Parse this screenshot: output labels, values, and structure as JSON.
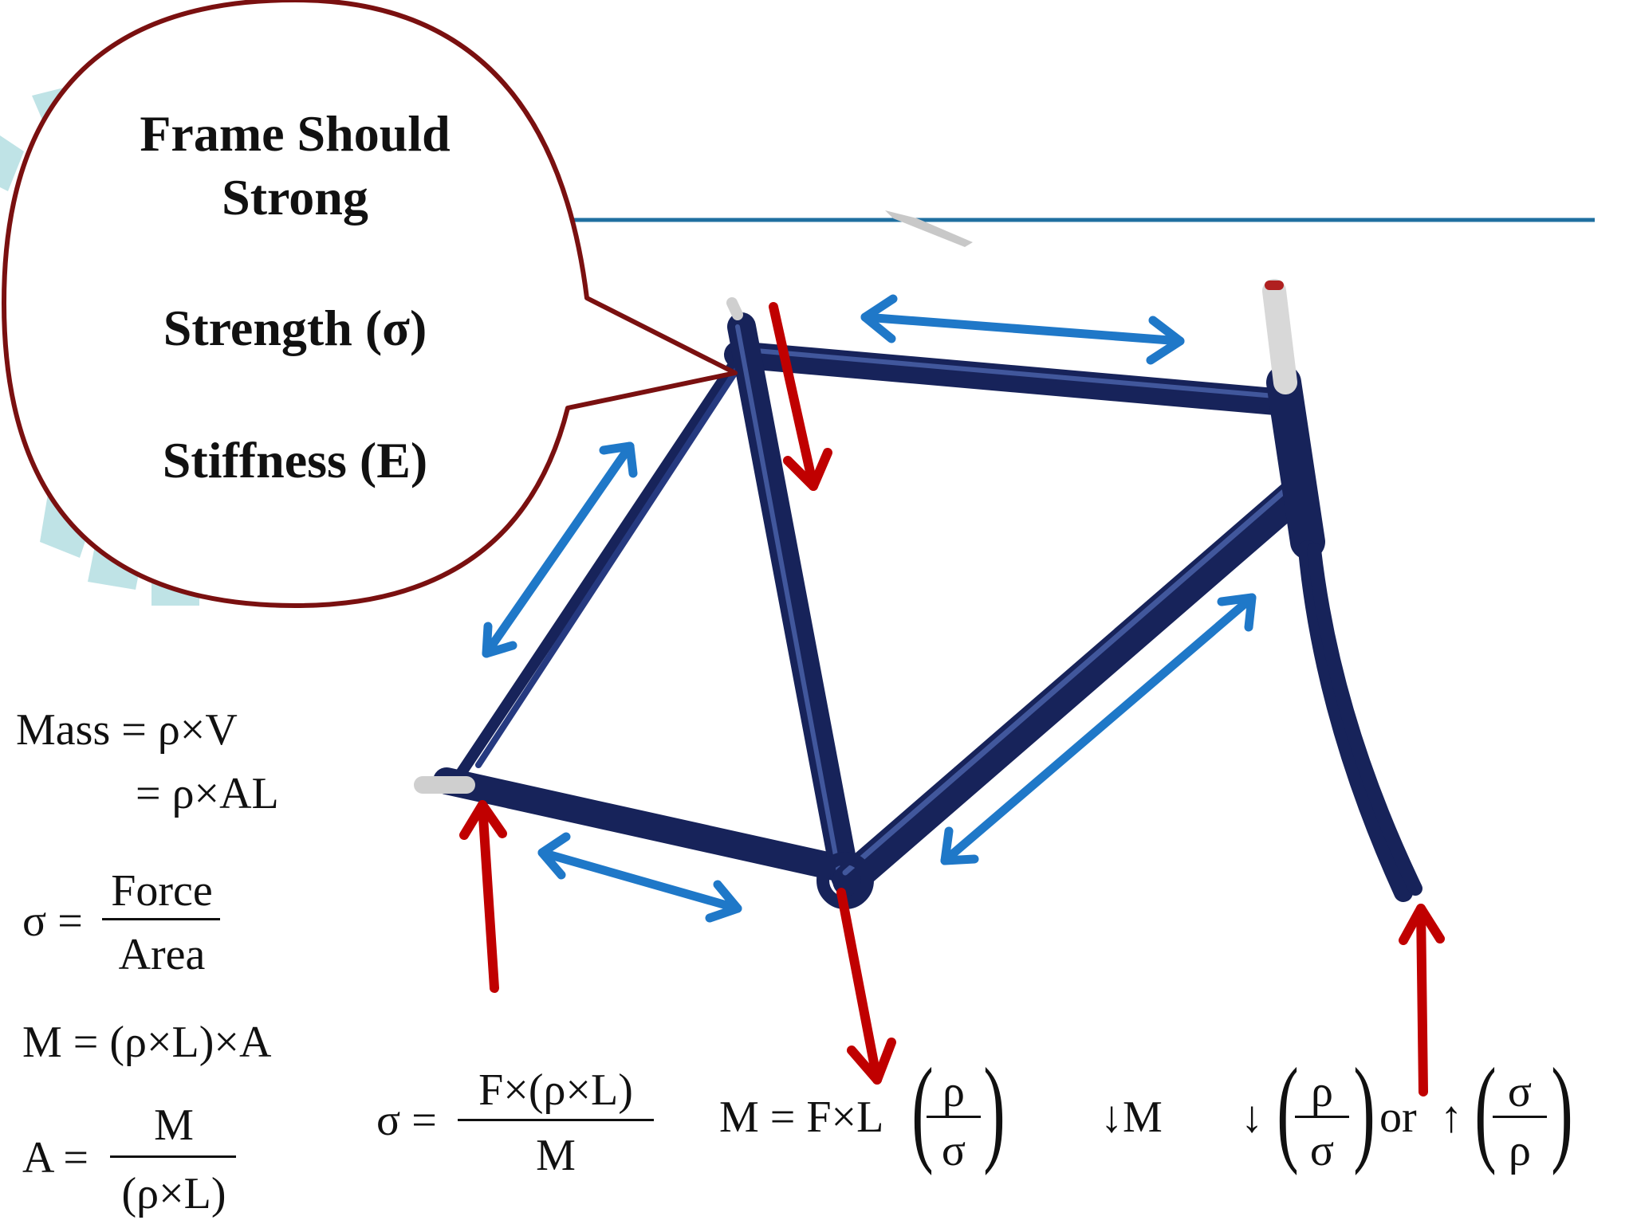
{
  "callout": {
    "title_line1": "Frame Should",
    "title_line2": "Strong",
    "strength": "Strength (σ)",
    "stiffness": "Stiffness (E)"
  },
  "equations": {
    "mass_line1": "Mass = ρ×V",
    "mass_line2": "= ρ×AL",
    "sigma_lhs": "σ =",
    "sigma_num": "Force",
    "sigma_den": "Area",
    "m_eq": "M = (ρ×L)×A",
    "a_lhs": "A =",
    "a_num": "M",
    "a_den": "(ρ×L)",
    "sigma2_lhs": "σ =",
    "sigma2_num": "F×(ρ×L)",
    "sigma2_den": "M",
    "m2_lhs": "M = F×L",
    "m2_num": "ρ",
    "m2_den": "σ",
    "down_m": "↓M",
    "down_arrow": "↓",
    "r1_num": "ρ",
    "r1_den": "σ",
    "or": "or",
    "up_arrow": "↑",
    "r2_num": "σ",
    "r2_den": "ρ"
  },
  "colors": {
    "frame": "#1c2a5e",
    "blue_arrow": "#1f78c8",
    "red_arrow": "#c00000",
    "callout_border": "#7a1010",
    "top_line": "#1f6fa0"
  }
}
